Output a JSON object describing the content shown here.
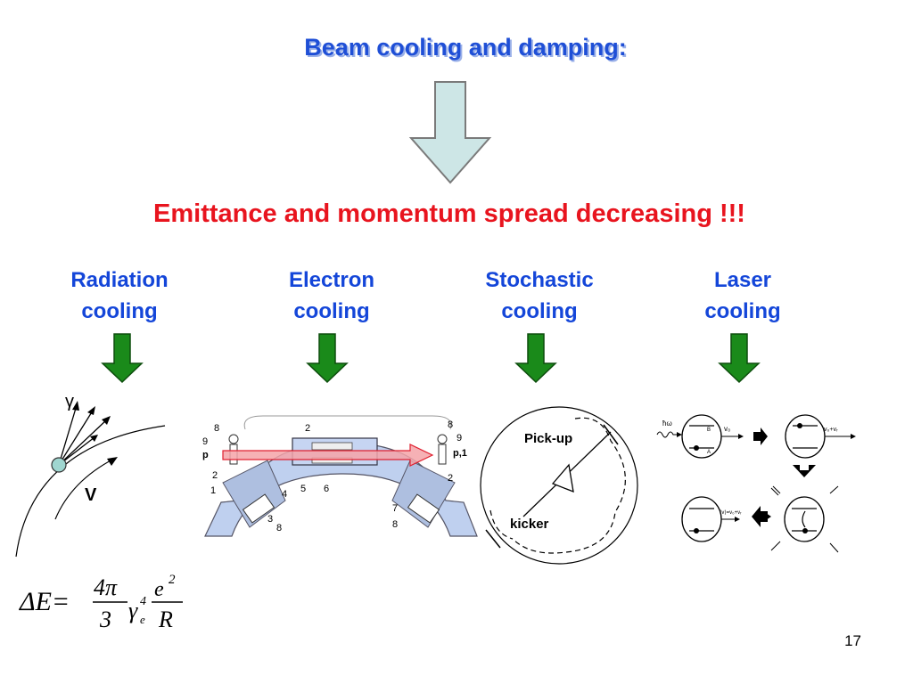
{
  "title": "Beam cooling and damping:",
  "subtitle": "Emittance and momentum spread decreasing !!!",
  "colors": {
    "title": "#1f4fd6",
    "subtitle": "#e8141e",
    "method_label": "#1446d9",
    "big_arrow_fill": "#cde6e6",
    "green_arrow": "#1a8a1a"
  },
  "methods": [
    {
      "line1": "Radiation",
      "line2": "cooling"
    },
    {
      "line1": "Electron",
      "line2": "cooling"
    },
    {
      "line1": "Stochastic",
      "line2": "cooling"
    },
    {
      "line1": "Laser",
      "line2": "cooling"
    }
  ],
  "radiation": {
    "gamma_label": "γ",
    "v_label": "V"
  },
  "electron": {
    "labels_left": [
      "8",
      "9",
      "p",
      "2",
      "1"
    ],
    "labels_top": "2",
    "labels_right": [
      "8",
      "9",
      "p,1",
      "2"
    ],
    "labels_bottom": [
      "4",
      "5",
      "6",
      "3",
      "8",
      "7",
      "8"
    ]
  },
  "stochastic": {
    "pickup_label": "Pick-up",
    "kicker_label": "kicker"
  },
  "laser": {
    "hv_label": "ħω",
    "v0_label": "v₀",
    "v0vr_label": "v₀+vᵣ",
    "avg_label": "⟨v⟩=v₀+vᵣ",
    "level_b": "B",
    "level_a": "A"
  },
  "page_number": "17"
}
